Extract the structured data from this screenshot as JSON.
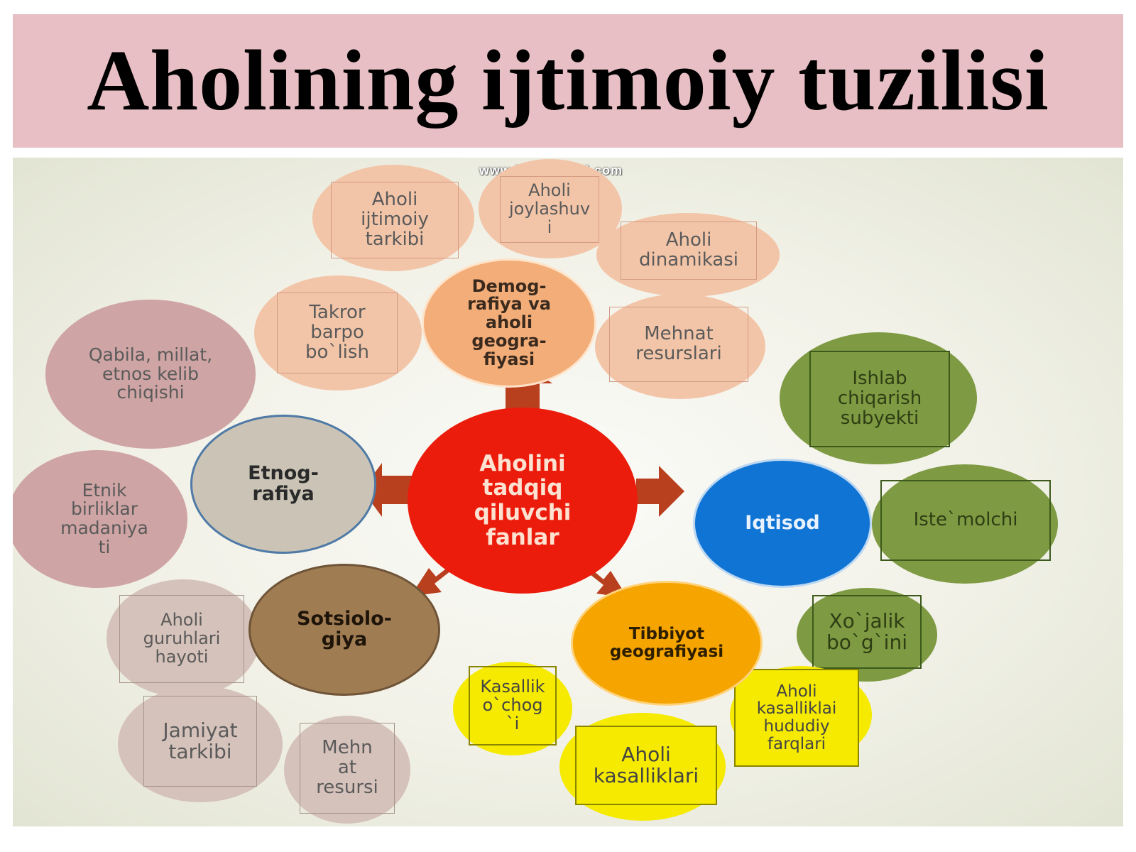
{
  "slide": {
    "title": "Aholining ijtimoiy tuzilisi",
    "watermark": "www.BANDICAM.com"
  },
  "diagram": {
    "center": "Aholini\ntadqiq\nqiluvchi\nfanlar",
    "branches": [
      {
        "id": "demografiya",
        "label": "Demog-\nrafiya va\naholi\ngeogra-\nfiyasi",
        "color": "#f3ad78",
        "items": [
          "Aholi\nijtimoiy\ntarkibi",
          "Aholi\njoylashuv\ni",
          "Aholi\ndinamikasi",
          "Takror\nbarpo\nbo`lish",
          "Mehnat\nresurslari"
        ]
      },
      {
        "id": "etnografiya",
        "label": "Etnog-\nrafiya",
        "color": "#cbc4b6",
        "items": [
          "Qabila, millat,\netnos kelib\nchiqishi",
          "Etnik\nbirliklar\nmadaniya\nti"
        ]
      },
      {
        "id": "sotsiologiya",
        "label": "Sotsiolo-\ngiya",
        "color": "#a07c52",
        "items": [
          "Aholi\nguruhlari\nhayoti",
          "Jamiyat\ntarkibi",
          "Mehn\nat\nresursi"
        ]
      },
      {
        "id": "tibbiyot",
        "label": "Tibbiyot\ngeografiyasi",
        "color": "#f5a400",
        "items": [
          "Kasallik\no`chog\n`i",
          "Aholi\nkasalliklari",
          "Aholi\nkasalliklai\nhududiy\nfarqlari"
        ]
      },
      {
        "id": "iqtisod",
        "label": "Iqtisod",
        "color": "#0f74d4",
        "items": [
          "Ishlab\nchiqarish\nsubyekti",
          "Iste`molchi",
          "Xo`jalik\nbo`g`ini"
        ]
      }
    ],
    "colors": {
      "center": "#ec1c0c",
      "arrow": "#b8401e",
      "peach": "#f3c5a8",
      "mauve": "#cfa4a4",
      "tan": "#d5c2ba",
      "green": "#7e9a42",
      "yellow": "#f5ea00"
    }
  }
}
